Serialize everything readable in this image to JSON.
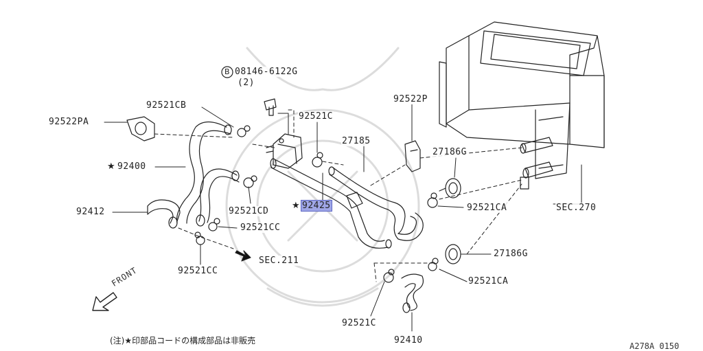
{
  "labels": {
    "bolt_ref": "08146-6122G",
    "bolt_qty": "(2)",
    "p92521CB": "92521CB",
    "p92522PA": "92522PA",
    "p92400": "92400",
    "p92412": "92412",
    "p92521C_top": "92521C",
    "p92521CD": "92521CD",
    "p92521CC_mid": "92521CC",
    "p92521CC_bot": "92521CC",
    "p92425": "92425",
    "p92522P": "92522P",
    "p27185": "27185",
    "p27186G_top": "27186G",
    "p27186G_bot": "27186G",
    "p92521CA_top": "92521CA",
    "p92521CA_bot": "92521CA",
    "p92521C_bot": "92521C",
    "p92410": "92410",
    "sec270": "SEC.270",
    "sec211": "SEC.211"
  },
  "star_mark": "★",
  "b_mark": "B",
  "front_label": "FRONT",
  "footnote": "(注)★印部品コードの構成部品は非販売",
  "diagram_code": "A278A 0150",
  "colors": {
    "line": "#222222",
    "highlight": "#9fa6e6",
    "watermark": "#d8d8d8"
  }
}
